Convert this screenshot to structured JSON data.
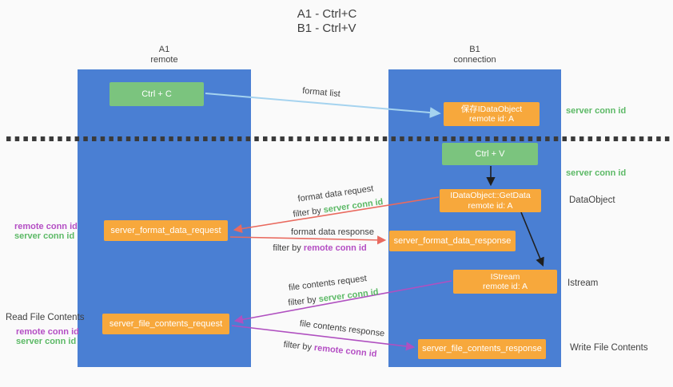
{
  "title": {
    "line1": "A1 - Ctrl+C",
    "line2": "B1 - Ctrl+V"
  },
  "columns": {
    "a": {
      "id": "A1",
      "name": "remote"
    },
    "b": {
      "id": "B1",
      "name": "connection"
    }
  },
  "boxes": {
    "ctrl_c": {
      "label": "Ctrl + C"
    },
    "ctrl_v": {
      "label": "Ctrl + V"
    },
    "save_dataobject": {
      "line1": "保存IDataObject",
      "line2": "remote id: A"
    },
    "getdata": {
      "line1": "IDataObject::GetData",
      "line2": "remote id: A"
    },
    "istream": {
      "line1": "IStream",
      "line2": "remote id: A"
    },
    "format_request": {
      "label": "server_format_data_request"
    },
    "format_response": {
      "label": "server_format_data_response"
    },
    "file_request": {
      "label": "server_file_contents_request"
    },
    "file_response": {
      "label": "server_file_contents_response"
    }
  },
  "right_labels": {
    "server_conn_id_top": "server conn id",
    "server_conn_id_mid": "server conn id",
    "dataobject": "DataObject",
    "istream": "Istream",
    "write_file": "Write File Contents"
  },
  "left_labels": {
    "format_remote_conn_id": "remote conn id",
    "format_server_conn_id": "server conn id",
    "read_file": "Read File Contents",
    "file_remote_conn_id": "remote conn id",
    "file_server_conn_id": "server conn id"
  },
  "arrow_labels": {
    "format_list": "format list",
    "format_data_request": "format data request",
    "format_req_filter_prefix": "filter by ",
    "format_req_filter_key": "server conn id",
    "format_data_response": "format data response",
    "format_resp_filter_prefix": "filter by ",
    "format_resp_filter_key": "remote conn id",
    "file_contents_request": "file contents request",
    "file_req_filter_prefix": "filter by ",
    "file_req_filter_key": "server conn id",
    "file_contents_response": "file contents response",
    "file_resp_filter_prefix": "filter by ",
    "file_resp_filter_key": "remote conn id"
  },
  "colors": {
    "column_blue": "#4a7fd3",
    "box_orange": "#f7a83c",
    "box_green": "#7bc47e",
    "green_text": "#5cb966",
    "purple_text": "#b44ec4",
    "arrow_red": "#e96a5f",
    "arrow_purple": "#b050c0",
    "arrow_blue": "#a5d3ef",
    "arrow_black": "#1f1f1f",
    "text_dark": "#3f3f3f",
    "background": "#fafafa"
  }
}
